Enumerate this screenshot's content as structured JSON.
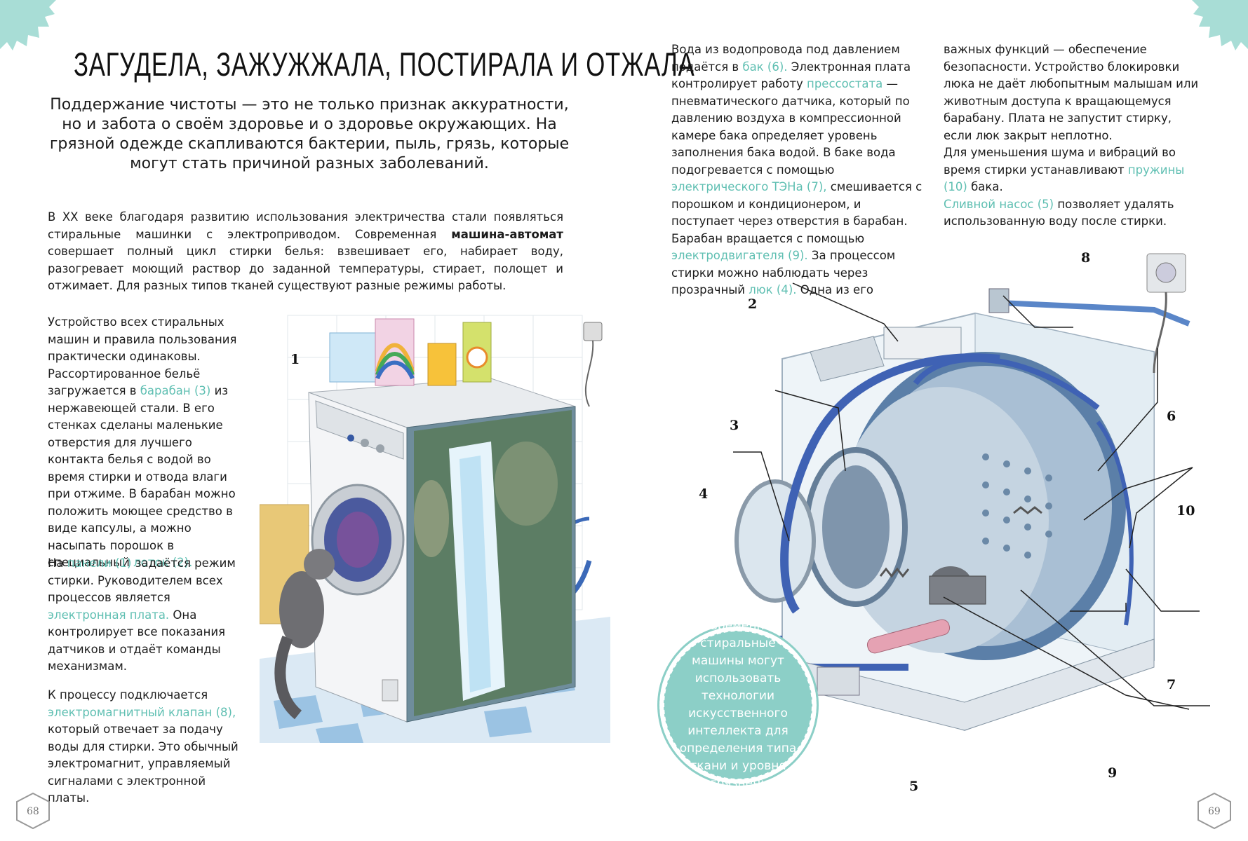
{
  "title": "ЗАГУДЕЛА, ЗАЖУЖЖАЛА, ПОСТИРАЛА И ОТЖАЛА",
  "intro": "Поддержание чистоты — это не только признак аккуратности, но и забота о своём здоровье и о здоровье окружающих. На грязной одежде скапливаются бактерии, пыль, грязь, которые могут стать причиной разных заболеваний.",
  "para1": {
    "t1": "В XX веке благодаря развитию использования электричества стали появляться стиральные машинки с электроприводом. Современная ",
    "bold": "машина-автомат",
    "t2": " совершает полный цикл стирки белья: взвешивает его, набирает воду, разогревает моющий раствор до заданной температуры, стирает, полощет и отжимает. Для разных типов тканей существуют разные режимы работы."
  },
  "para2": {
    "t1": "Устройство всех стиральных машин и правила пользования практически одинаковы. Рассортированное бельё загружается в ",
    "h1": "барабан (3)",
    "t2": " из нержавеющей стали. В его стенках сделаны маленькие отверстия для лучшего контакта белья с водой во время стирки и отвода влаги при отжиме. В барабан можно положить моющее средство в виде капсулы, а можно насыпать порошок в специальный ",
    "h2": "лоток (2)."
  },
  "para3": {
    "t1": "На ",
    "h1": "панели (1)",
    "t2": " задаётся режим стирки. Руководителем всех процессов является ",
    "h2": "электронная плата.",
    "t3": " Она контролирует все показания датчиков и отдаёт команды механизмам."
  },
  "para4": {
    "t1": "К процессу подключается ",
    "h1": "электромагнитный клапан (8),",
    "t2": " который отвечает за подачу воды для стирки. Это обычный электромагнит, управляемый сигналами с электронной платы."
  },
  "col3": {
    "t1": "Вода из водопровода под давлением подаётся в ",
    "h1": "бак (6).",
    "t2": " Электронная плата контролирует работу ",
    "h2": "прессостата",
    "t3": " — пневматического датчика, который по давлению воздуха в компрессионной камере бака определяет уровень заполнения бака водой. В баке вода подогревается с помощью ",
    "h3": "электрического ТЭНа (7),",
    "t4": " смешивается с порошком и кондиционером, и поступает через отверстия в барабан. Барабан вращается с помощью ",
    "h4": "электродвигателя (9).",
    "t5": " За процессом стирки можно наблюдать через прозрачный ",
    "h5": "люк (4).",
    "t6": " Одна из его"
  },
  "col4": {
    "t1": "важных функций — обеспечение безопасности. Устройство блокировки люка не даёт любопытным малышам или животным доступа к вращающемуся барабану. Плата не запустит стирку, если люк закрыт неплотно.",
    "t2": "Для уменьшения шума и вибраций во время стирки устанавливают ",
    "h1": "пружины (10)",
    "t3": " бака.",
    "h2": "Сливной насос (5)",
    "t4": " позволяет удалять использованную воду после стирки."
  },
  "bubble": "Современные стиральные машины могут использовать технологии искусственного интеллекта для определения типа ткани и уровня загрязнения.",
  "labels": [
    "1",
    "2",
    "3",
    "4",
    "5",
    "6",
    "7",
    "8",
    "9",
    "10"
  ],
  "page_left": "68",
  "page_right": "69",
  "colors": {
    "accent": "#5fbfb2",
    "bubble": "#8ccfc7",
    "corner": "#a8ddd6"
  }
}
